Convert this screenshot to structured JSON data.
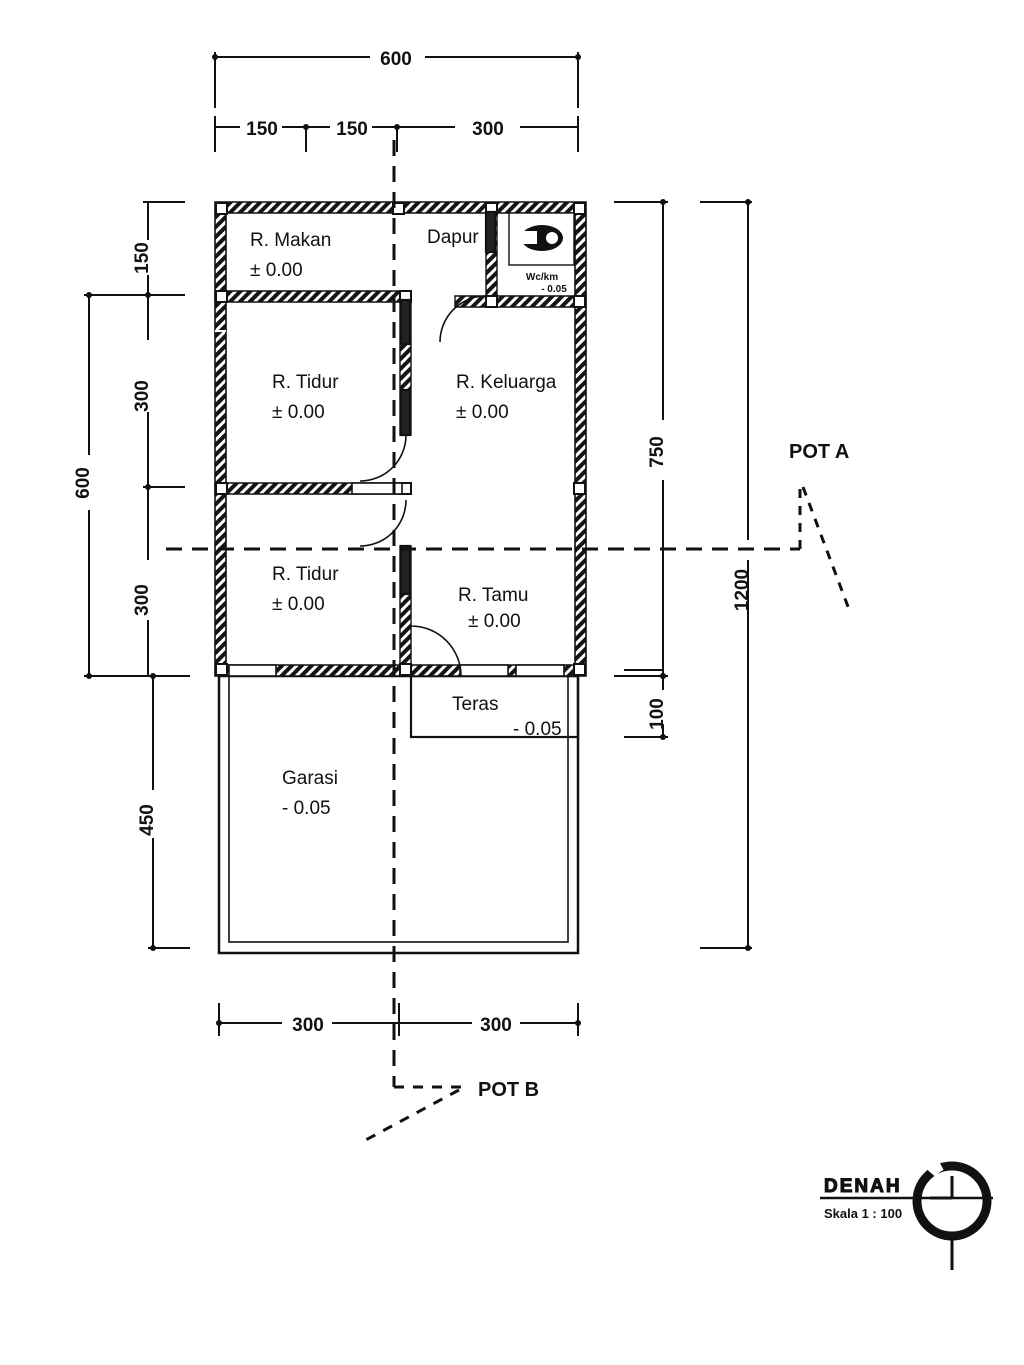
{
  "drawing": {
    "type": "architectural-floor-plan",
    "title": "DENAH",
    "scale_label": "Skala 1 : 100",
    "language": "id"
  },
  "rooms": [
    {
      "id": "r-makan",
      "name": "R. Makan",
      "level": "± 0.00"
    },
    {
      "id": "dapur",
      "name": "Dapur",
      "level": ""
    },
    {
      "id": "wc-km",
      "name": "Wc/km",
      "level": "- 0.05"
    },
    {
      "id": "r-tidur-1",
      "name": "R. Tidur",
      "level": "± 0.00"
    },
    {
      "id": "r-keluarga",
      "name": "R. Keluarga",
      "level": "± 0.00"
    },
    {
      "id": "r-tidur-2",
      "name": "R. Tidur",
      "level": "± 0.00"
    },
    {
      "id": "r-tamu",
      "name": "R. Tamu",
      "level": "± 0.00"
    },
    {
      "id": "teras",
      "name": "Teras",
      "level": "- 0.05"
    },
    {
      "id": "garasi",
      "name": "Garasi",
      "level": "- 0.05"
    }
  ],
  "dimensions": {
    "top_overall": "600",
    "top_chain": [
      "150",
      "150",
      "300"
    ],
    "left_overall": "600",
    "left_chain": [
      "150",
      "300",
      "300"
    ],
    "left_lower": "450",
    "right_inner": "750",
    "right_teras": "100",
    "right_overall": "1200",
    "bottom_chain": [
      "300",
      "300"
    ]
  },
  "sections": {
    "pot_a": "POT A",
    "pot_b": "POT B"
  },
  "colors": {
    "ink": "#111111",
    "paper": "#ffffff",
    "wall_fill": "#1a1a1a"
  }
}
